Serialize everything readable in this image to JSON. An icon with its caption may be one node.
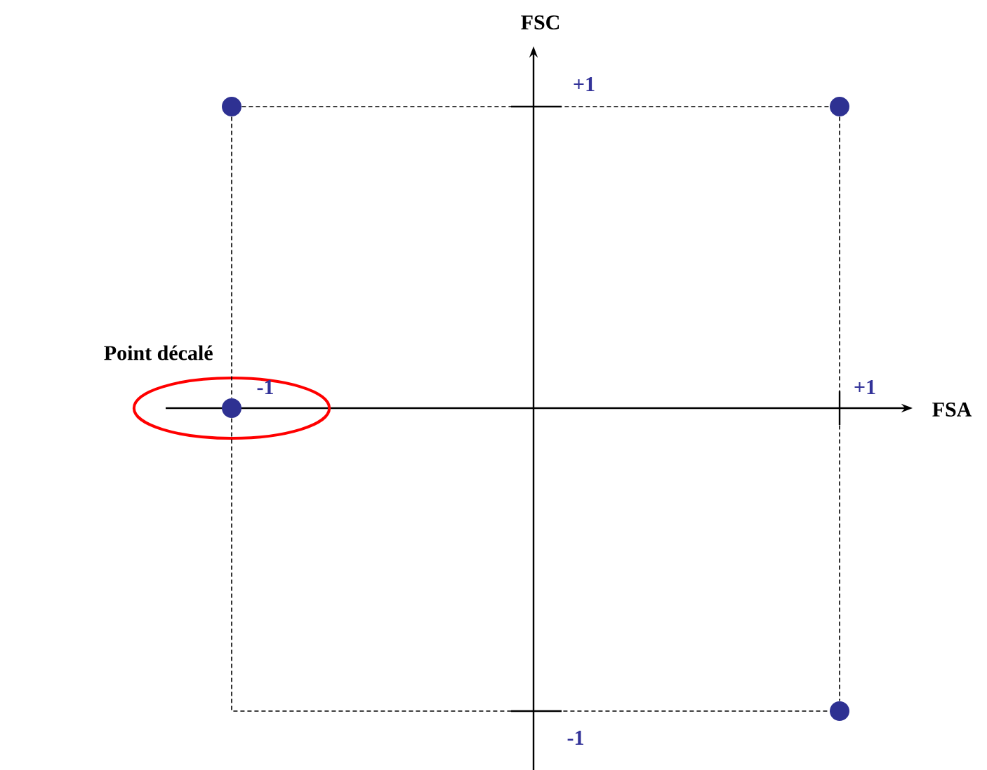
{
  "diagram": {
    "nodes": [
      {
        "text": [],
        "shape": "circle"
      },
      {
        "text": [],
        "shape": "circle"
      },
      {
        "text": [
          "Point décalé"
        ]
      },
      {
        "text": [],
        "shape": "circle",
        "in": 2
      },
      {
        "text": [],
        "shape": "circle"
      }
    ],
    "edges": [
      {
        "from": 0,
        "to": 1,
        "arrow": "none",
        "style": "dashed"
      },
      {
        "from": 1,
        "to": 4,
        "arrow": "none",
        "style": "dashed"
      },
      {
        "from": 0,
        "to": 3,
        "arrow": "none",
        "style": "dashed"
      },
      {
        "from": 3,
        "to": 4,
        "arrow": "none",
        "style": "dashed"
      }
    ],
    "labels": [
      "FSC",
      "+1",
      "-1",
      "+1",
      "FSA",
      "-1"
    ]
  }
}
